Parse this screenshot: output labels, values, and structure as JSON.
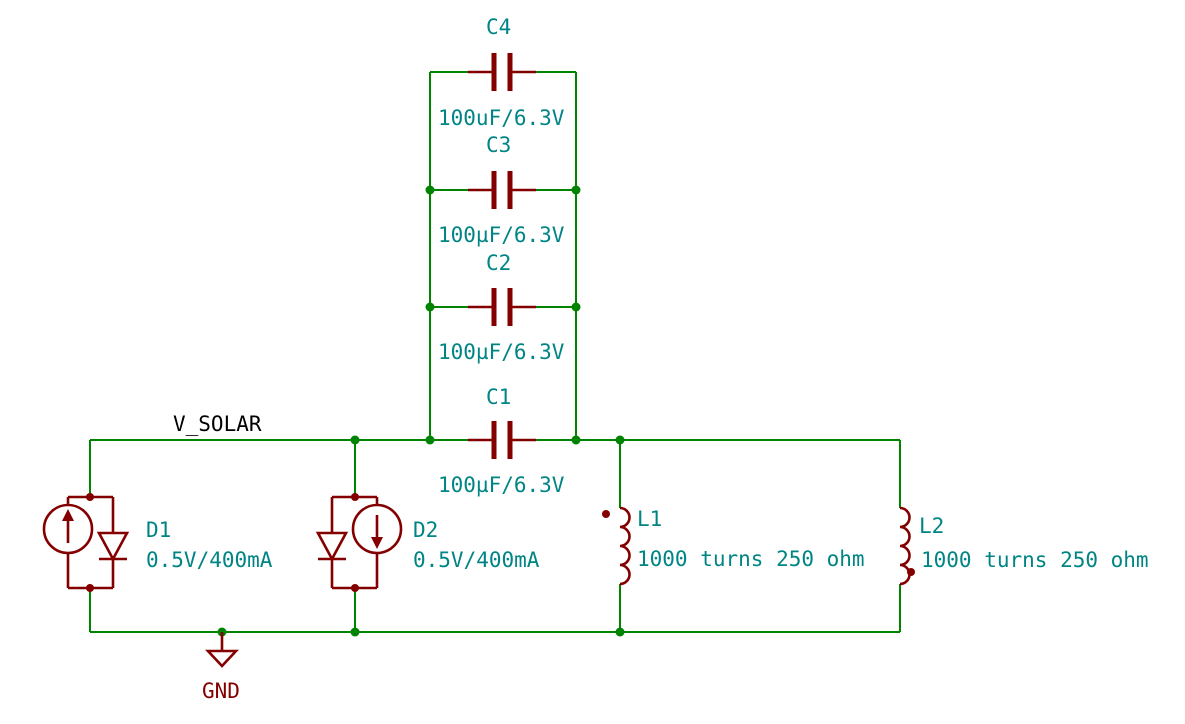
{
  "schematic": {
    "labels": {
      "net": "V_SOLAR",
      "ground": "GND"
    },
    "components": {
      "capacitors": [
        {
          "ref": "C4",
          "value": "100uF/6.3V"
        },
        {
          "ref": "C3",
          "value": "100µF/6.3V"
        },
        {
          "ref": "C2",
          "value": "100µF/6.3V"
        },
        {
          "ref": "C1",
          "value": "100µF/6.3V"
        }
      ],
      "solar_cells": [
        {
          "ref": "D1",
          "value": "0.5V/400mA"
        },
        {
          "ref": "D2",
          "value": "0.5V/400mA"
        }
      ],
      "inductors": [
        {
          "ref": "L1",
          "value": "1000 turns 250 ohm"
        },
        {
          "ref": "L2",
          "value": "1000 turns 250 ohm"
        }
      ]
    },
    "colors": {
      "wire_green": "#008400",
      "symbol_maroon": "#840000",
      "field_teal": "#008484",
      "net_label_black": "#000000"
    }
  }
}
